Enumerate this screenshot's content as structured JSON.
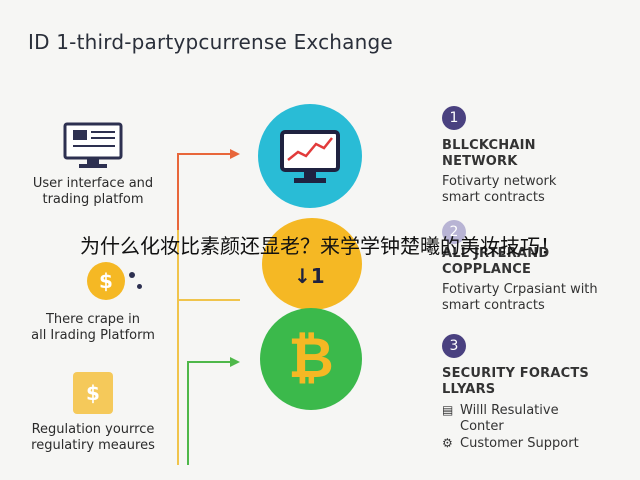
{
  "title": "ID 1-third-partypcurrense Exchange",
  "overlay_text": "为什么化妆比素颜还显老？来学学钟楚曦的美妆技巧！",
  "left_items": [
    {
      "label": "User interface and\ntrading platfom"
    },
    {
      "label": "There crape in\nall Irading Platform"
    },
    {
      "label": "Regulation yourrce\nregulatiry meaures"
    }
  ],
  "right_items": [
    {
      "number": "1",
      "title": "BLLCKCHAIN\nNETWORK",
      "lines": [
        "Fotivarty network",
        "smart contracts"
      ]
    },
    {
      "number": "2",
      "title": "ALL JRTERAND\nCOPPLANCE",
      "lines": [
        "Fotivarty Crpasiant with",
        "smart contracts"
      ]
    },
    {
      "number": "3",
      "title": "SECURITY FORACTS\nLLYARS",
      "lines": [
        "Willl Resulative",
        "Conter",
        "Customer Support"
      ]
    }
  ],
  "center": {
    "dollar_sign": "$",
    "bitcoin": "₿",
    "lock_glyph": "↓1"
  },
  "colors": {
    "teal": "#29bcd6",
    "yellow": "#f5b824",
    "green": "#3bb94b",
    "orange_arrow": "#e8663a",
    "yellow_line": "#f0c44c",
    "green_arrow": "#4fb84a",
    "badge": "#4a4180"
  }
}
